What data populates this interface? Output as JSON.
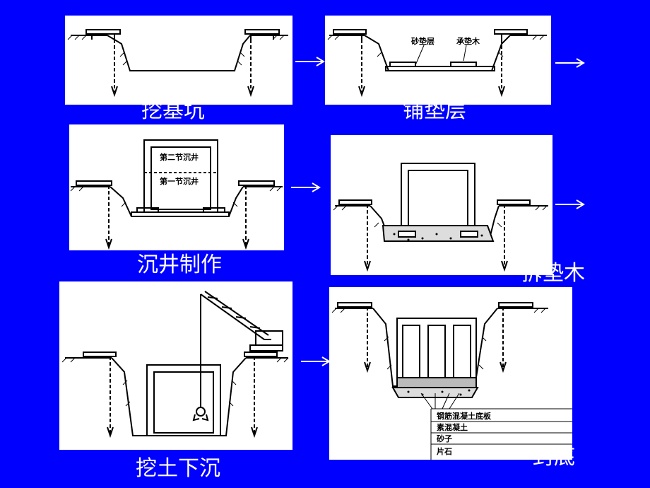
{
  "captions": {
    "step1": "挖基坑",
    "step2": "铺垫层",
    "step3": "沉井制作",
    "step4": "拆垫木",
    "step5": "挖土下沉",
    "step6": "封底"
  },
  "labels": {
    "sand_cushion": "砂垫层",
    "bearing_sleeper": "承垫木",
    "second_section": "第二节沉井",
    "first_section": "第一节沉井"
  },
  "legend": [
    "钢筋混凝土底板",
    "素混凝土",
    "砂子",
    "片石"
  ],
  "colors": {
    "background": "#0000ff",
    "panel": "#ffffff",
    "caption": "#ffffff",
    "ink": "#000000"
  },
  "icons": [
    "right-arrow-icon",
    "crane-icon",
    "grab-bucket-icon"
  ]
}
